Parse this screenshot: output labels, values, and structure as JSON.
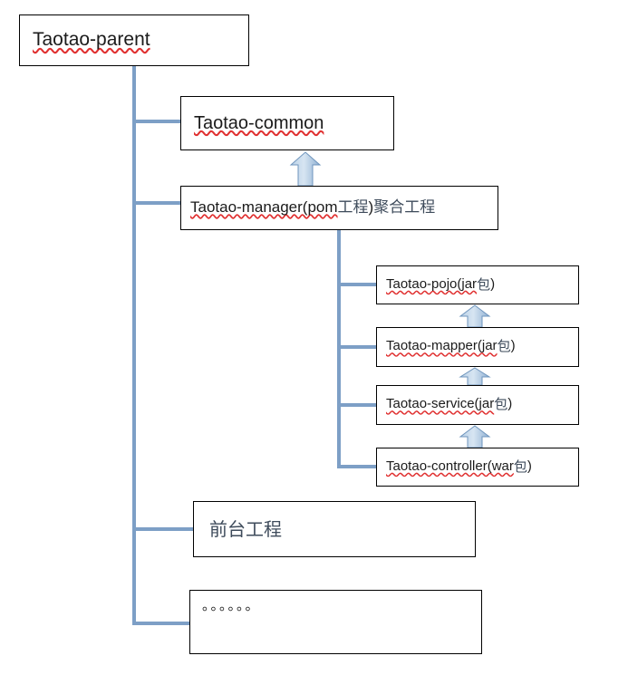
{
  "diagram": {
    "type": "hierarchy-tree",
    "title": "Taotao Maven project structure",
    "colors": {
      "connector": "#7d9fc6",
      "arrow_fill_light": "#c6d9ec",
      "arrow_fill_dark": "#8fb0d3",
      "arrow_stroke": "#6f95bd",
      "box_border": "#000000",
      "box_background": "#ffffff",
      "text": "#1b1b1b",
      "cjk_text": "#3e4b5b",
      "spellcheck_underline": "#e03030"
    },
    "nodes": [
      {
        "id": "parent",
        "label": "Taotao-parent"
      },
      {
        "id": "common",
        "label": "Taotao-common"
      },
      {
        "id": "manager",
        "label": "Taotao-manager(pom 工程)聚合工程"
      },
      {
        "id": "pojo",
        "label": "Taotao-pojo(jar 包)"
      },
      {
        "id": "mapper",
        "label": "Taotao-mapper(jar 包)"
      },
      {
        "id": "service",
        "label": "Taotao-service(jar 包)"
      },
      {
        "id": "controller",
        "label": "Taotao-controller(war 包)"
      },
      {
        "id": "frontend",
        "label": "前台工程"
      },
      {
        "id": "ellipsis",
        "label": "。。。。。。"
      }
    ],
    "manager_label_parts": {
      "latin_prefix": "Taotao-manager(pom ",
      "cjk_middle": "工程",
      "latin_close": ")",
      "cjk_suffix": "聚合工程"
    },
    "pojo_label_parts": {
      "latin_prefix": "Taotao-pojo(jar ",
      "cjk": "包",
      "latin_close": ")"
    },
    "mapper_label_parts": {
      "latin_prefix": "Taotao-mapper(jar ",
      "cjk": "包",
      "latin_close": ")"
    },
    "service_label_parts": {
      "latin_prefix": "Taotao-service(jar ",
      "cjk": "包",
      "latin_close": ")"
    },
    "controller_label_parts": {
      "latin_prefix": "Taotao-controller(war ",
      "cjk": "包",
      "latin_close": ")"
    },
    "edges": [
      {
        "from": "parent",
        "to": "common",
        "style": "elbow-line"
      },
      {
        "from": "parent",
        "to": "manager",
        "style": "elbow-line"
      },
      {
        "from": "parent",
        "to": "frontend",
        "style": "elbow-line"
      },
      {
        "from": "parent",
        "to": "ellipsis",
        "style": "elbow-line"
      },
      {
        "from": "manager",
        "to": "pojo",
        "style": "elbow-line"
      },
      {
        "from": "manager",
        "to": "mapper",
        "style": "elbow-line"
      },
      {
        "from": "manager",
        "to": "service",
        "style": "elbow-line"
      },
      {
        "from": "manager",
        "to": "controller",
        "style": "elbow-line"
      }
    ],
    "dependency_arrows": [
      {
        "from": "manager",
        "to": "common",
        "direction": "up",
        "shape": "block-arrow"
      },
      {
        "from": "mapper",
        "to": "pojo",
        "direction": "up",
        "shape": "block-arrow"
      },
      {
        "from": "service",
        "to": "mapper",
        "direction": "up",
        "shape": "block-arrow"
      },
      {
        "from": "controller",
        "to": "service",
        "direction": "up",
        "shape": "block-arrow"
      }
    ]
  }
}
